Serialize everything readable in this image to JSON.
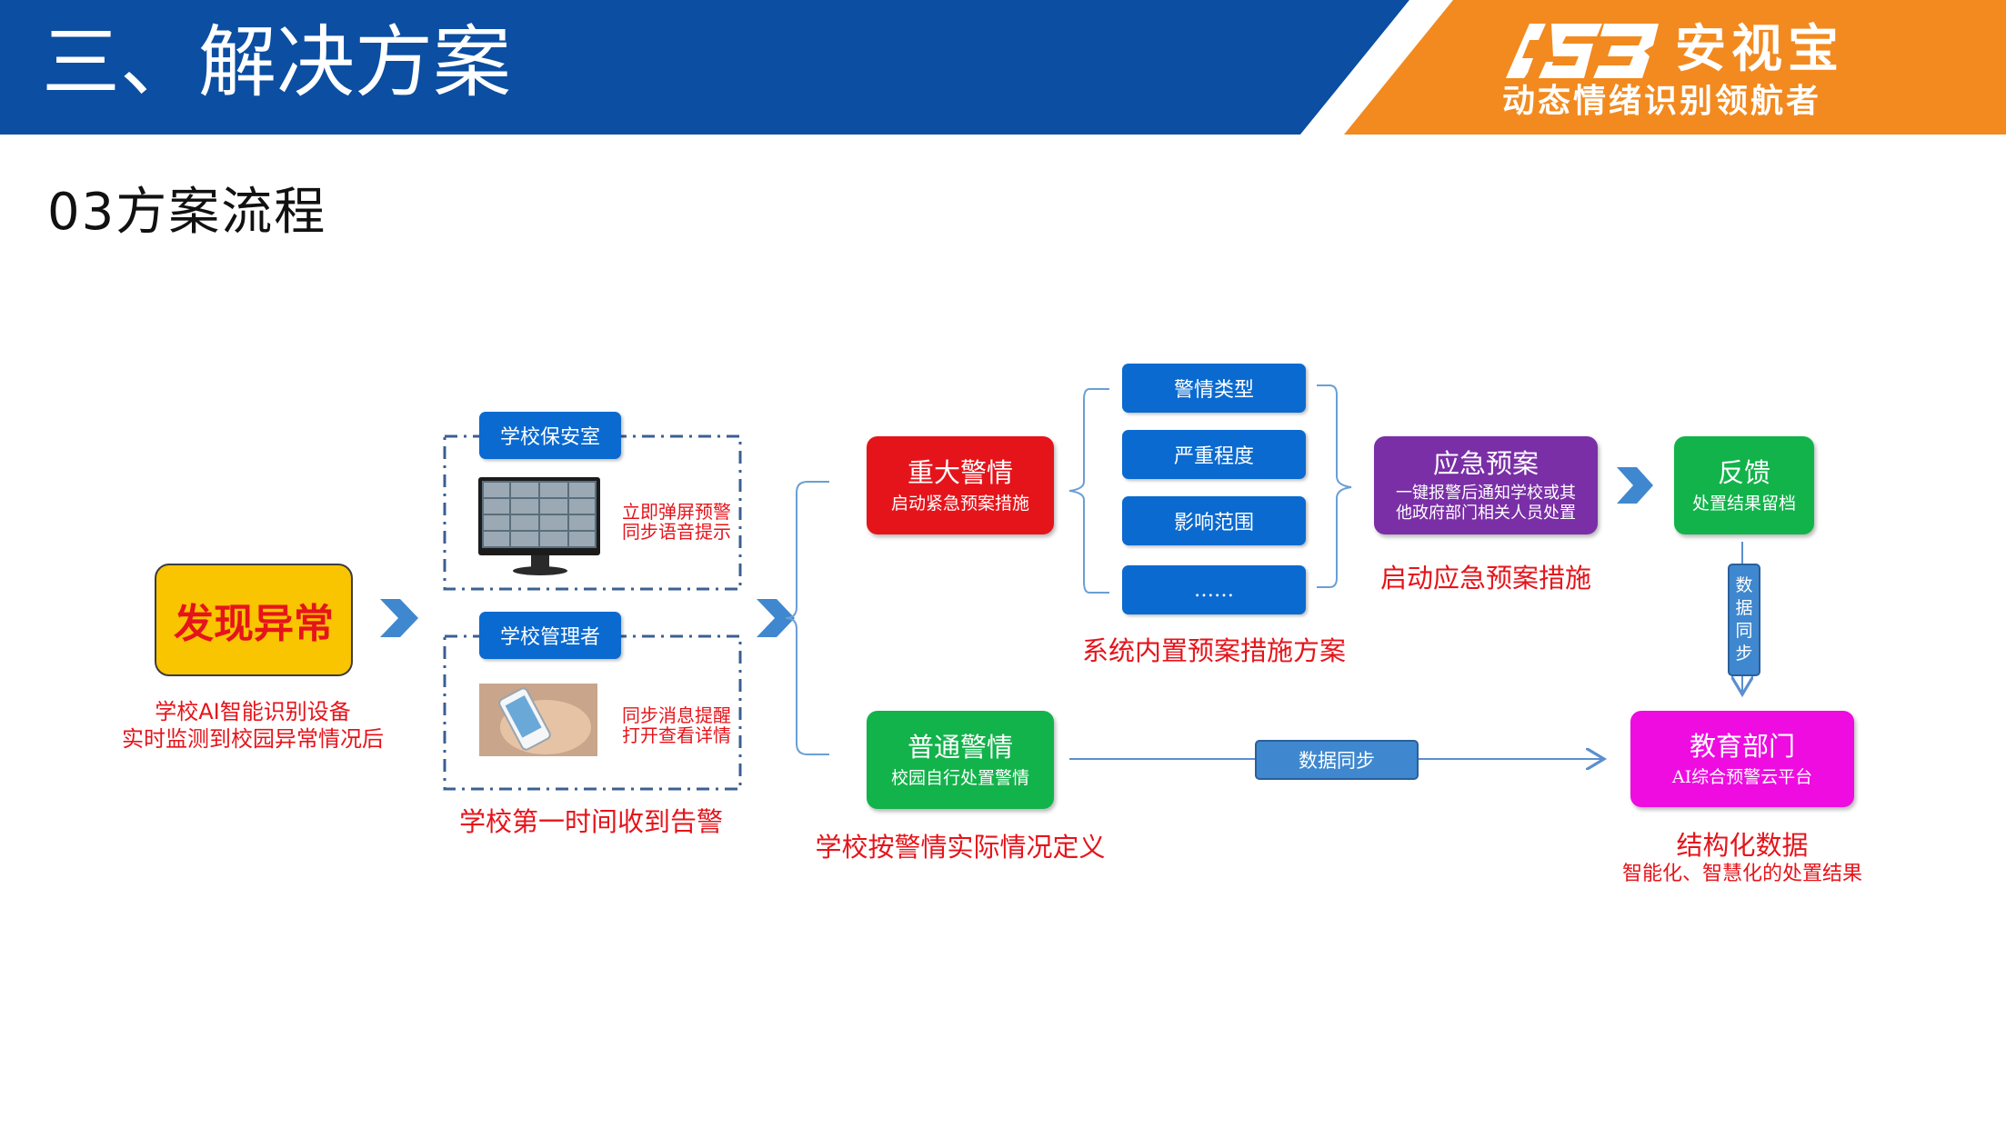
{
  "header": {
    "title": "三、解决方案",
    "brand_text": "安视宝",
    "brand_slogan": "动态情绪识别领航者",
    "colors": {
      "blue": "#0b4ea2",
      "orange": "#f28a20"
    }
  },
  "section_title": "03方案流程",
  "discover": {
    "label": "发现异常",
    "caption_lines": [
      "学校AI智能识别设备",
      "实时监测到校园异常情况后"
    ]
  },
  "school": {
    "security_room": "学校保安室",
    "security_note_lines": [
      "立即弹屏预警",
      "同步语音提示"
    ],
    "manager": "学校管理者",
    "manager_note_lines": [
      "同步消息提醒",
      "打开查看详情"
    ],
    "caption": "学校第一时间收到告警"
  },
  "major_alert": {
    "title": "重大警情",
    "sub": "启动紧急预案措施"
  },
  "normal_alert": {
    "title": "普通警情",
    "sub": "校园自行处置警情",
    "caption": "学校按警情实际情况定义"
  },
  "plan_items": [
    "警情类型",
    "严重程度",
    "影响范围",
    "……"
  ],
  "plan_caption": "系统内置预案措施方案",
  "emergency": {
    "title": "应急预案",
    "sub_lines": [
      "一键报警后通知学校或其",
      "他政府部门相关人员处置"
    ],
    "caption": "启动应急预案措施"
  },
  "feedback": {
    "title": "反馈",
    "sub": "处置结果留档"
  },
  "sync_vertical": [
    "数",
    "据",
    "同",
    "步"
  ],
  "sync_horizontal": "数据同步",
  "education": {
    "title": "教育部门",
    "sub": "AI综合预警云平台",
    "caption": "结构化数据",
    "caption_sub": "智能化、智慧化的处置结果"
  },
  "colors": {
    "red": "#e5141b",
    "green": "#13b34b",
    "purple": "#7a2fa6",
    "magenta": "#ee0ce0",
    "blue": "#0a6ad0",
    "yellow": "#f9c400",
    "chevron": "#3f88cf"
  }
}
